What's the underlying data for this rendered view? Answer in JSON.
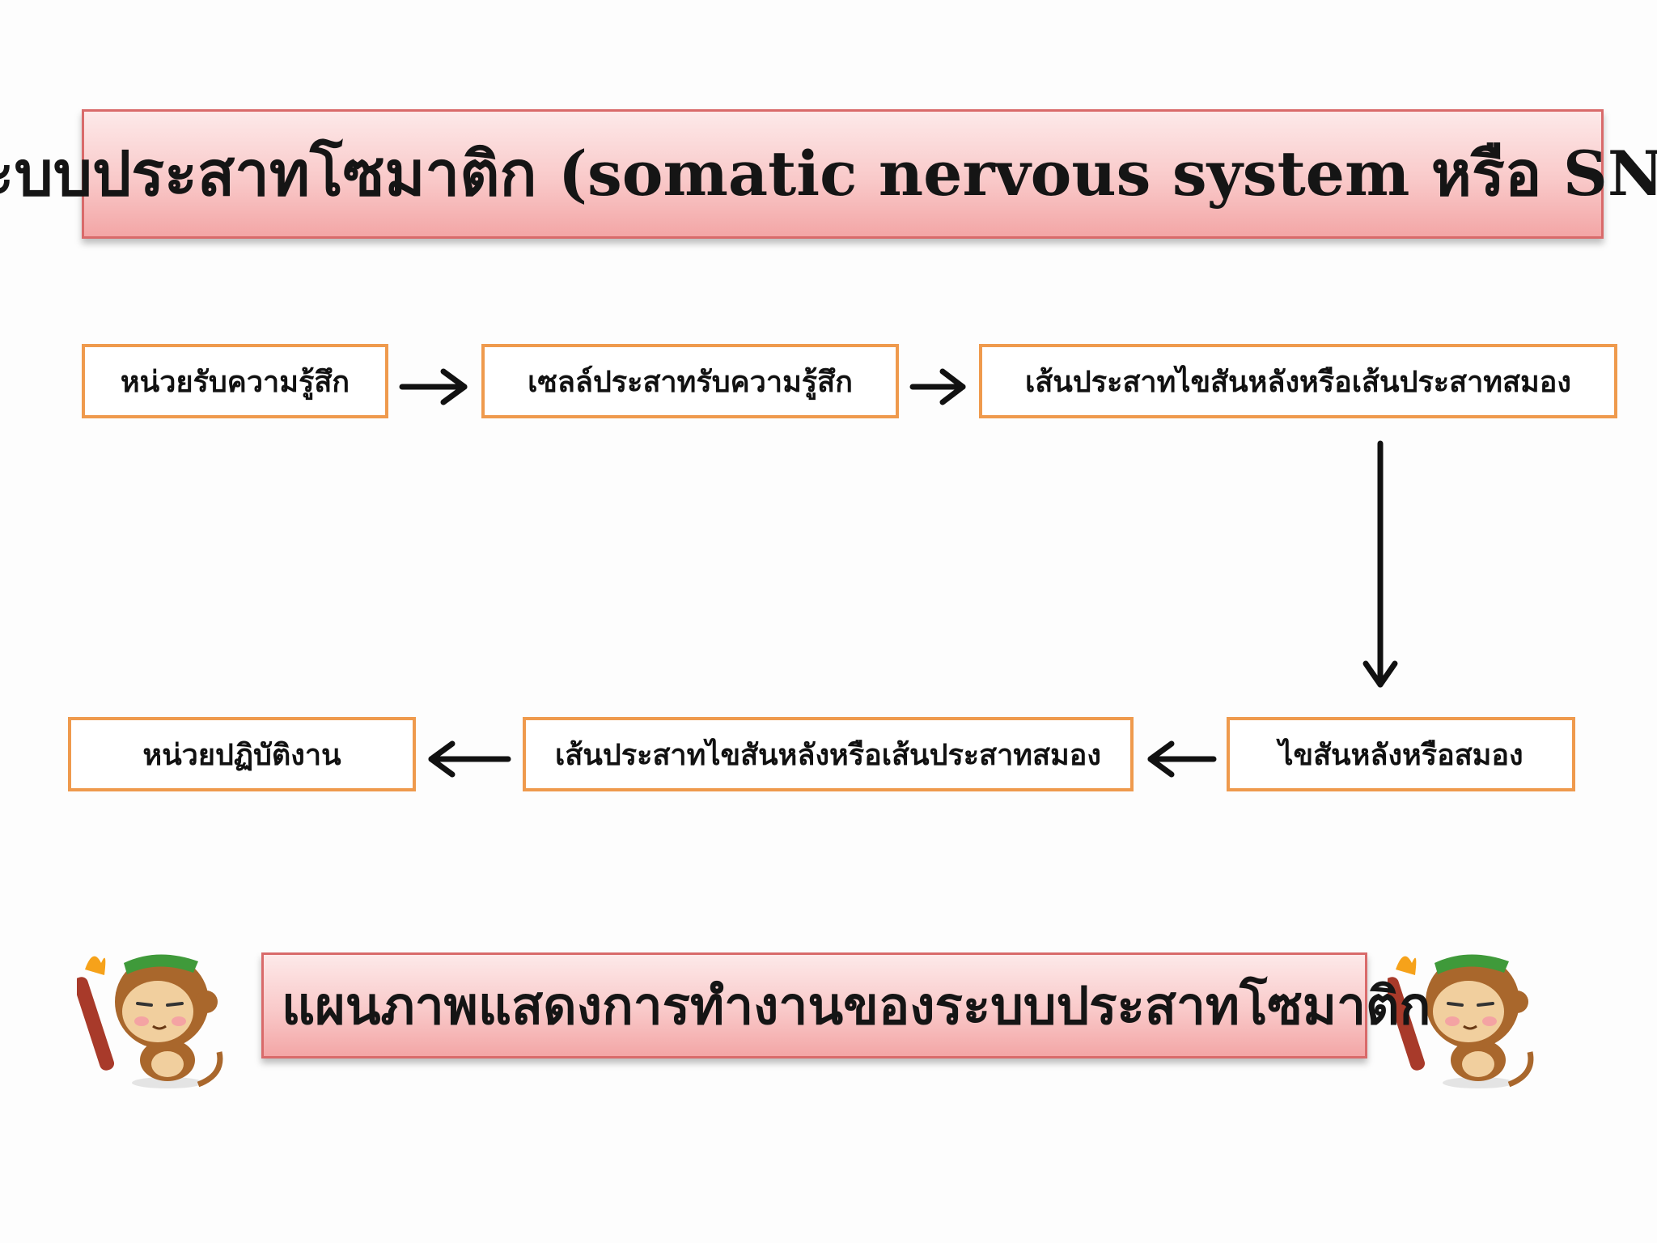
{
  "title": "ระบบประสาทโซมาติก (somatic nervous system หรือ SNS)",
  "flow": {
    "row1": [
      "หน่วยรับความรู้สึก",
      "เซลล์ประสาทรับความรู้สึก",
      "เส้นประสาทไขสันหลังหรือเส้นประสาทสมอง"
    ],
    "row2": [
      "หน่วยปฏิบัติงาน",
      "เส้นประสาทไขสันหลังหรือเส้นประสาทสมอง",
      "ไขสันหลังหรือสมอง"
    ]
  },
  "caption": "แผนภาพแสดงการทำงานของระบบประสาทโซมาติก",
  "mascot_icon": "monkey-mascot-icon",
  "colors": {
    "box_border": "#ef9a4d",
    "banner_fill": "#f9c9c9",
    "banner_border": "#d96a6a",
    "arrow": "#111111"
  }
}
